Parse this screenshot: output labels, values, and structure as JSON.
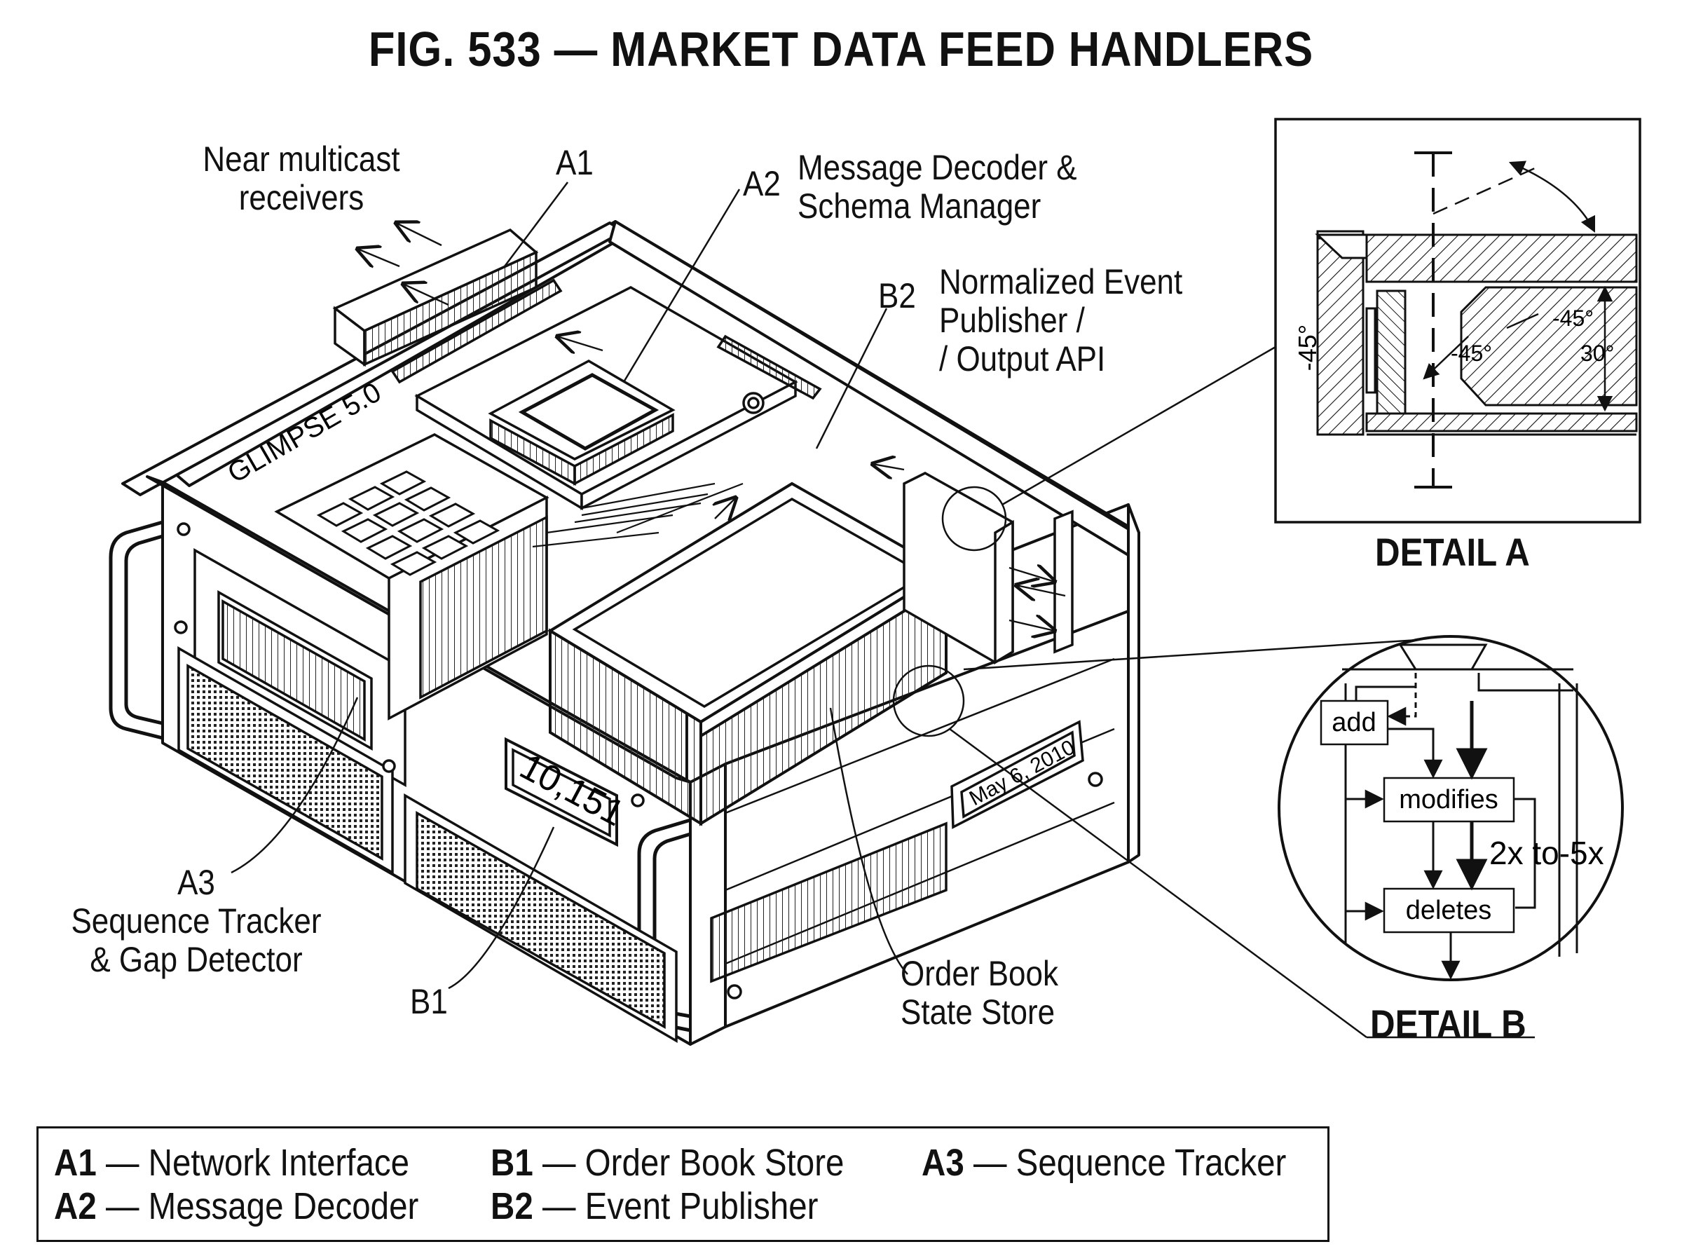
{
  "title": "FIG. 533 — MARKET DATA FEED HANDLERS",
  "labels": {
    "near_multicast": [
      "Near multicast",
      "receivers"
    ],
    "a1": "A1",
    "a2": "A2",
    "a2_desc": [
      "Message Decoder &",
      "Schema Manager"
    ],
    "b2": "B2",
    "b2_desc": [
      "Normalized Event",
      "Publisher /",
      "/ Output API"
    ],
    "a3": [
      "A3",
      "Sequence Tracker",
      "& Gap Detector"
    ],
    "b1": "B1",
    "order_book": [
      "Order Book",
      "State Store"
    ],
    "device_brand": "GLIMPSE 5.0",
    "counter_display": "10,151",
    "date_plate": "May 6, 2010"
  },
  "detail_a": {
    "title": "DETAIL A",
    "angles": [
      "-45°",
      "-45°",
      "-45°",
      "30°"
    ]
  },
  "detail_b": {
    "title": "DETAIL B",
    "boxes": [
      "add",
      "modifies",
      "deletes"
    ],
    "ratio": "2x to-5x"
  },
  "legend": [
    {
      "code": "A1",
      "name": "Network Interface"
    },
    {
      "code": "B1",
      "name": "Order Book Store"
    },
    {
      "code": "A3",
      "name": "Sequence Tracker"
    },
    {
      "code": "A2",
      "name": "Message Decoder"
    },
    {
      "code": "B2",
      "name": "Event Publisher"
    }
  ]
}
